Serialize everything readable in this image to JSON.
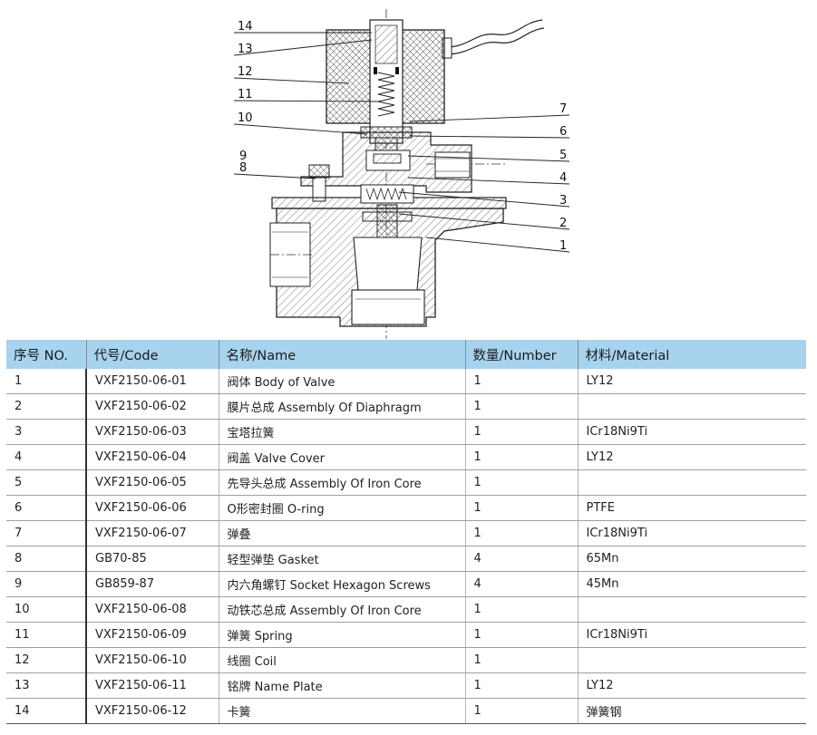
{
  "callouts": [
    "14",
    "13",
    "12",
    "11",
    "10",
    "9",
    "8",
    "7",
    "6",
    "5",
    "4",
    "3",
    "2",
    "1"
  ],
  "table": {
    "headers": [
      "序号 NO.",
      "代号/Code",
      "名称/Name",
      "数量/Number",
      "材料/Material"
    ],
    "rows": [
      [
        "1",
        "VXF2150-06-01",
        "阀体  Body of Valve",
        "1",
        "LY12"
      ],
      [
        "2",
        "VXF2150-06-02",
        "膜片总成 Assembly Of Diaphragm",
        "1",
        ""
      ],
      [
        "3",
        "VXF2150-06-03",
        "宝塔拉簧",
        "1",
        "ICr18Ni9Ti"
      ],
      [
        "4",
        "VXF2150-06-04",
        "阀盖 Valve Cover",
        "1",
        "LY12"
      ],
      [
        "5",
        "VXF2150-06-05",
        "先导头总成 Assembly Of Iron Core",
        "1",
        ""
      ],
      [
        "6",
        "VXF2150-06-06",
        "O形密封圈 O-ring",
        "1",
        "PTFE"
      ],
      [
        "7",
        "VXF2150-06-07",
        "弹叠",
        "1",
        "ICr18Ni9Ti"
      ],
      [
        "8",
        "GB70-85",
        "轻型弹垫 Gasket",
        "4",
        "65Mn"
      ],
      [
        "9",
        "GB859-87",
        "内六角螺钉 Socket Hexagon Screws",
        "4",
        "45Mn"
      ],
      [
        "10",
        "VXF2150-06-08",
        "动铁芯总成 Assembly Of Iron Core",
        "1",
        ""
      ],
      [
        "11",
        "VXF2150-06-09",
        "弹簧 Spring",
        "1",
        "ICr18Ni9Ti"
      ],
      [
        "12",
        "VXF2150-06-10",
        "线圈 Coil",
        "1",
        ""
      ],
      [
        "13",
        "VXF2150-06-11",
        "铭牌 Name Plate",
        "1",
        "LY12"
      ],
      [
        "14",
        "VXF2150-06-12",
        "卡簧",
        "1",
        "弹簧钢"
      ]
    ]
  }
}
